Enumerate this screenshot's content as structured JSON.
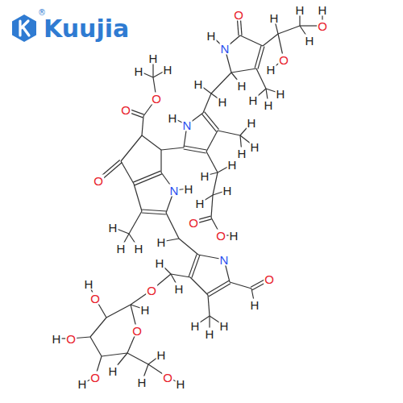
{
  "diagram": {
    "labels": [
      "Kuujia",
      "®",
      "O",
      "H",
      "N",
      "H",
      "H",
      "H",
      "O",
      "H",
      "O",
      "H",
      "H",
      "H",
      "H",
      "H",
      "H",
      "H",
      "N",
      "H",
      "H",
      "H",
      "H",
      "H",
      "H",
      "H",
      "H",
      "O",
      "O",
      "H",
      "O",
      "O",
      "H",
      "H",
      "H",
      "O",
      "N",
      "H",
      "H",
      "H",
      "H",
      "H",
      "N",
      "O",
      "H",
      "H",
      "H",
      "H",
      "H",
      "H",
      "O",
      "H",
      "O",
      "O",
      "H",
      "O",
      "H",
      "O",
      "H",
      "H",
      "H",
      "H",
      "O",
      "H"
    ]
  }
}
